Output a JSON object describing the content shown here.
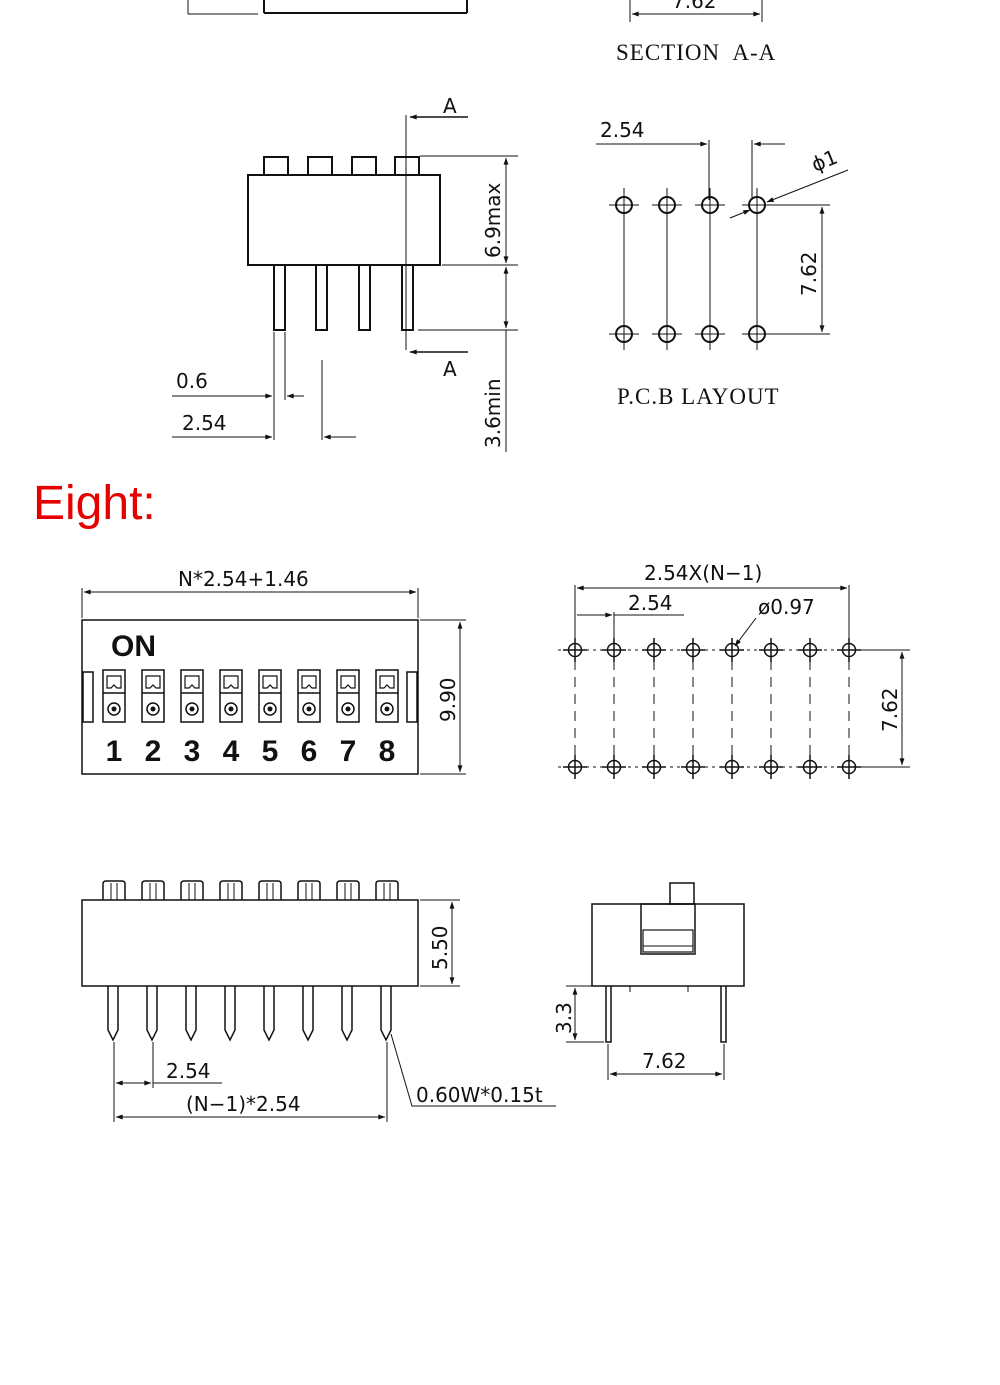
{
  "colors": {
    "heading": "#e60000",
    "ink": "#111111",
    "background": "#ffffff"
  },
  "four": {
    "top_partial_dim": "7.62",
    "section_caption": "SECTION  A-A",
    "side": {
      "section_marker_top": "A",
      "section_marker_bottom": "A",
      "height_max": "6.9max",
      "pin_min": "3.6min",
      "pin_width": "0.6",
      "pitch": "2.54"
    },
    "pcb": {
      "pitch": "2.54",
      "hole_dia": "ϕ1",
      "row_spacing": "7.62",
      "caption": "P.C.B LAYOUT"
    }
  },
  "eight": {
    "heading": "Eight:",
    "top": {
      "width_formula": "N*2.54+1.46",
      "height": "9.90",
      "on_label": "ON",
      "positions": [
        "1",
        "2",
        "3",
        "4",
        "5",
        "6",
        "7",
        "8"
      ]
    },
    "pcb": {
      "span_formula": "2.54X(N−1)",
      "pitch": "2.54",
      "hole_dia": "ø0.97",
      "row_spacing": "7.62"
    },
    "side": {
      "body_height": "5.50",
      "pitch": "2.54",
      "span_formula": "(N−1)*2.54",
      "pin_spec": "0.60W*0.15t"
    },
    "end": {
      "pin_length": "3.3",
      "row_spacing": "7.62"
    }
  }
}
